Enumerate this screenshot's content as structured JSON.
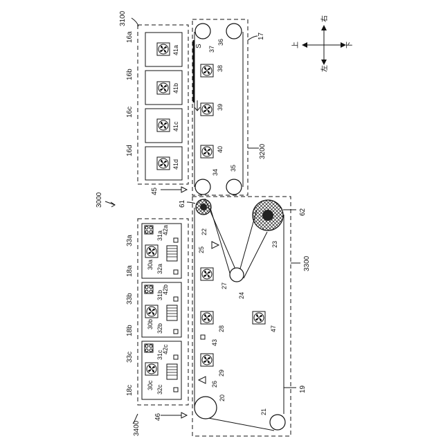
{
  "labels": {
    "n3000": "3000",
    "n3100": "3100",
    "n3200": "3200",
    "n3300": "3300",
    "n3400": "3400",
    "n17": "17",
    "n19": "19",
    "n45": "45",
    "n46": "46",
    "n61": "61",
    "n62": "62",
    "s": "S",
    "n16a": "16a",
    "n16b": "16b",
    "n16c": "16c",
    "n16d": "16d",
    "n41a": "41a",
    "n41b": "41b",
    "n41c": "41c",
    "n41d": "41d",
    "n36": "36",
    "n37": "37",
    "n38": "38",
    "n39": "39",
    "n40": "40",
    "n34": "34",
    "n35": "35",
    "n22": "22",
    "n23": "23",
    "n24": "24",
    "n25": "25",
    "n26": "26",
    "n27": "27",
    "n28": "28",
    "n29": "29",
    "n20": "20",
    "n21": "21",
    "n43": "43",
    "n47": "47",
    "n18a": "18a",
    "n18b": "18b",
    "n18c": "18c",
    "n33a": "33a",
    "n33b": "33b",
    "n33c": "33c",
    "n30a": "30a",
    "n30b": "30b",
    "n30c": "30c",
    "n31a": "31a",
    "n31b": "31b",
    "n31c": "31c",
    "n32a": "32a",
    "n32b": "32b",
    "n32c": "32c",
    "n42a": "42a",
    "n42b": "42b",
    "n42c": "42c"
  },
  "compass": {
    "up": "上",
    "down": "下",
    "left": "左",
    "right": "右"
  },
  "icons": {
    "fan_unit": "fan-icon",
    "direction_arrow": "arrow-icon"
  }
}
